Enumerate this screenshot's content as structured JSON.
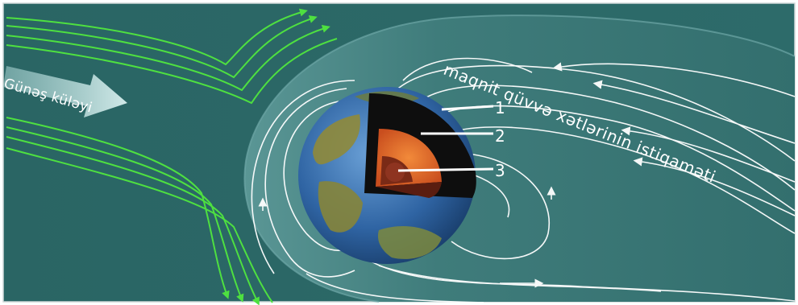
{
  "labels": {
    "solar_wind": "Günəş küləyi",
    "field_direction": "maqnit qüvvə xətlərinin istiqaməti"
  },
  "layers": [
    {
      "number": "1"
    },
    {
      "number": "2"
    },
    {
      "number": "3"
    }
  ],
  "colors": {
    "background": "#2e6b6a",
    "magnetosphere": "#427f7e",
    "solar_wind_lines": "#4ee040",
    "field_lines": "#ffffff",
    "ocean": "#3d78b5",
    "land": "#8f8a3a",
    "mantle": "#111111",
    "outer_core": "#e0662a",
    "inner_core": "#7a2a16"
  },
  "icons": {
    "solar_wind_arrow": "arrow-right-icon",
    "field_arrow": "arrowhead-icon"
  }
}
